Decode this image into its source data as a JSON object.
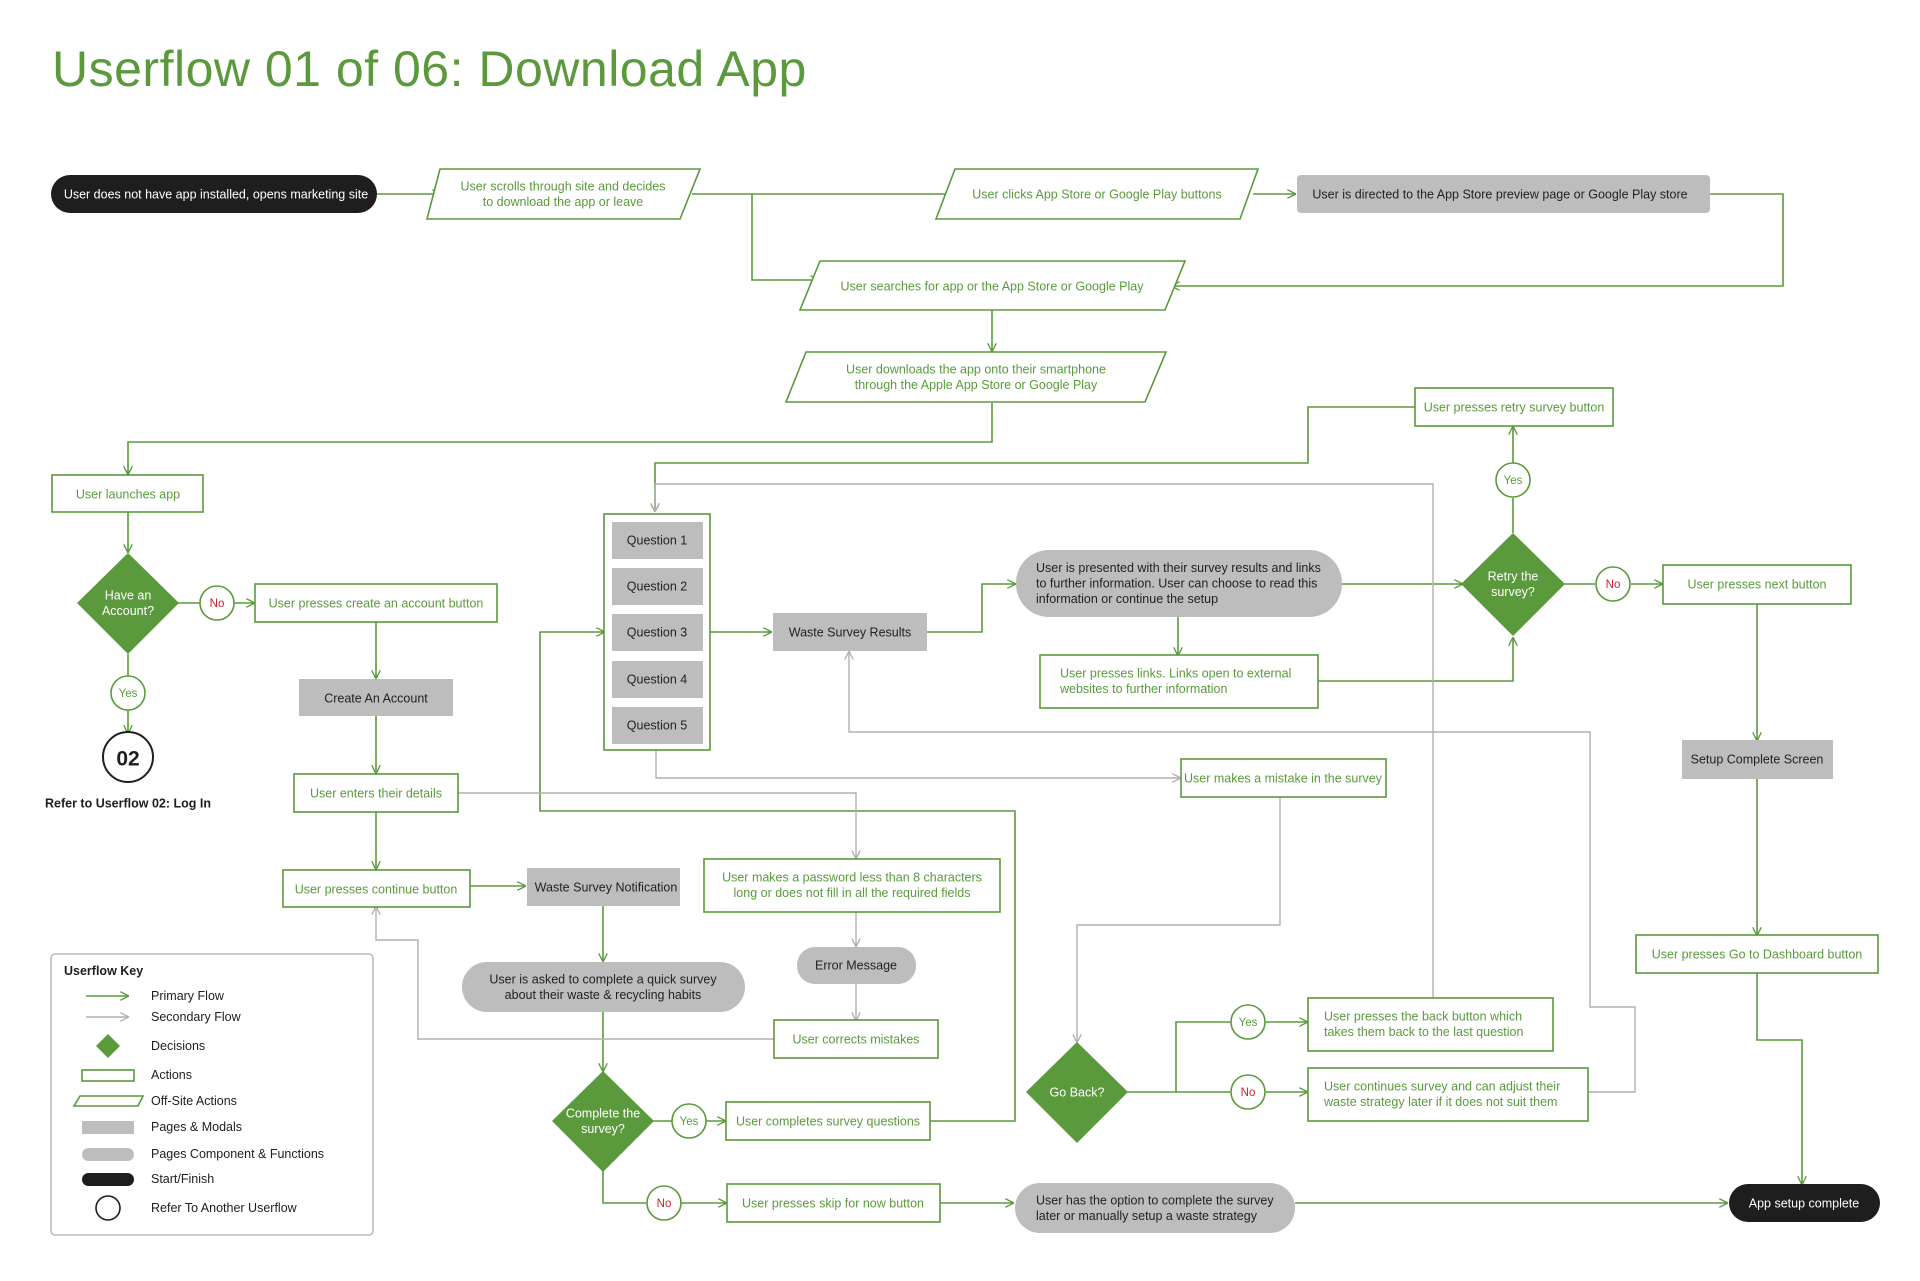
{
  "title": "Userflow 01 of 06: Download App",
  "colors": {
    "accent": "#5a9a3c",
    "gray_page": "#bdbdbd",
    "gray_secondary": "#b8b8b8",
    "black": "#1e1e1e",
    "no_red": "#d0202a"
  },
  "nodes": {
    "start": [
      "User does not have app installed, opens marketing site"
    ],
    "scrolls": [
      "User scrolls through site and decides",
      "to download the app or leave"
    ],
    "clicks_store": [
      "User clicks App Store or Google Play buttons"
    ],
    "directed_store": [
      "User is directed to the App Store preview page or Google Play store"
    ],
    "searches": [
      "User searches for app or the App Store or Google Play"
    ],
    "downloads": [
      "User downloads the app onto their smartphone",
      "through the Apple App Store or Google Play"
    ],
    "launches": [
      "User launches app"
    ],
    "have_account": [
      "Have an",
      "Account?"
    ],
    "create_account_btn": [
      "User presses create an account button"
    ],
    "create_account_page": [
      "Create An Account"
    ],
    "enters_details": [
      "User enters their details"
    ],
    "continue_btn": [
      "User presses continue button"
    ],
    "survey_notification": [
      "Waste Survey Notification"
    ],
    "password_error": [
      "User makes a password less than 8 characters",
      "long or does not fill in all the required fields"
    ],
    "error_message": [
      "Error Message"
    ],
    "corrects_mistakes": [
      "User corrects mistakes"
    ],
    "asked_survey": [
      "User is asked to complete a quick survey",
      "about their waste & recycling habits"
    ],
    "complete_survey": [
      "Complete the",
      "survey?"
    ],
    "completes_questions": [
      "User completes survey questions"
    ],
    "skip_btn": [
      "User presses skip for now button"
    ],
    "option_later": [
      "User has the option to complete the survey",
      "later or manually setup a waste strategy"
    ],
    "q1": [
      "Question 1"
    ],
    "q2": [
      "Question 2"
    ],
    "q3": [
      "Question 3"
    ],
    "q4": [
      "Question 4"
    ],
    "q5": [
      "Question 5"
    ],
    "survey_results": [
      "Waste Survey Results"
    ],
    "presented_results": [
      "User is presented with their survey results and links",
      "to further information. User can choose to read this",
      "information or continue the setup"
    ],
    "presses_links": [
      "User presses links. Links open to external",
      "websites to further information"
    ],
    "retry_btn": [
      "User presses retry survey button"
    ],
    "retry_q": [
      "Retry the",
      "survey?"
    ],
    "next_btn": [
      "User presses next button"
    ],
    "setup_complete_screen": [
      "Setup Complete Screen"
    ],
    "dashboard_btn": [
      "User presses Go to Dashboard button"
    ],
    "app_setup_complete": [
      "App setup complete"
    ],
    "mistake_survey": [
      "User makes a mistake in the survey"
    ],
    "go_back": [
      "Go Back?"
    ],
    "back_btn": [
      "User presses the back button which",
      "takes them back to the last question"
    ],
    "continues_survey": [
      "User continues survey and can adjust their",
      "waste strategy later if it does not suit them"
    ],
    "ref_02": [
      "02"
    ],
    "ref_02_label": [
      "Refer to Userflow 02: Log In"
    ]
  },
  "answers": {
    "yes": "Yes",
    "no": "No"
  },
  "key": {
    "title": "Userflow Key",
    "items": [
      {
        "symbol": "primary-arrow",
        "label": "Primary Flow"
      },
      {
        "symbol": "secondary-arrow",
        "label": "Secondary Flow"
      },
      {
        "symbol": "diamond",
        "label": "Decisions"
      },
      {
        "symbol": "action-rect",
        "label": "Actions"
      },
      {
        "symbol": "parallelogram",
        "label": "Off-Site Actions"
      },
      {
        "symbol": "gray-rect",
        "label": "Pages & Modals"
      },
      {
        "symbol": "gray-pill",
        "label": "Pages Component & Functions"
      },
      {
        "symbol": "black-pill",
        "label": "Start/Finish"
      },
      {
        "symbol": "circle",
        "label": "Refer To Another Userflow"
      }
    ]
  }
}
